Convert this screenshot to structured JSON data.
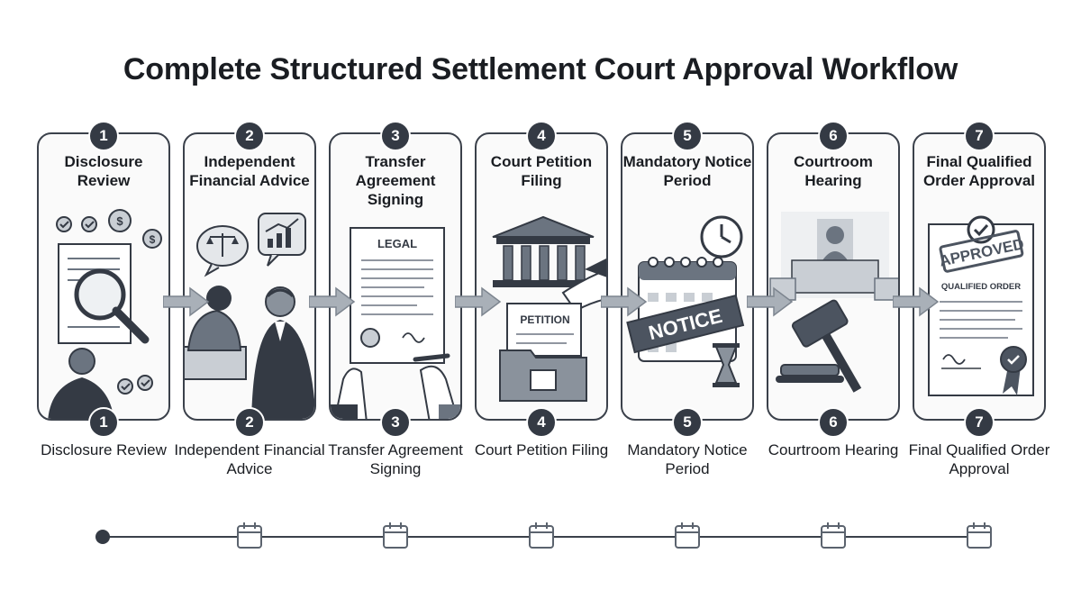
{
  "title": "Complete Structured Settlement Court Approval Workflow",
  "colors": {
    "dark": "#343a44",
    "line": "#3b414b",
    "arrow": "#a9b0b8",
    "fill": "#e4e7ea"
  },
  "steps": [
    {
      "num": "1",
      "title": "Disclosure Review",
      "bottom_label": "Disclosure Review",
      "icon": "magnifier-document-icon"
    },
    {
      "num": "2",
      "title": "Independent Financial Advice",
      "bottom_label": "Independent Financial Advice",
      "icon": "advisor-meeting-icon"
    },
    {
      "num": "3",
      "title": "Transfer Agreement Signing",
      "bottom_label": "Transfer Agreement Signing",
      "icon": "signing-document-icon",
      "doc_label": "LEGAL"
    },
    {
      "num": "4",
      "title": "Court Petition Filing",
      "bottom_label": "Court Petition Filing",
      "icon": "courthouse-folder-icon",
      "doc_label": "PETITION"
    },
    {
      "num": "5",
      "title": "Mandatory Notice Period",
      "bottom_label": "Mandatory Notice Period",
      "icon": "calendar-clock-icon",
      "banner": "NOTICE"
    },
    {
      "num": "6",
      "title": "Courtroom Hearing",
      "bottom_label": "Courtroom Hearing",
      "icon": "gavel-courtroom-icon"
    },
    {
      "num": "7",
      "title": "Final Qualified Order Approval",
      "bottom_label": "Final Qualified Order Approval",
      "icon": "approved-order-icon",
      "stamp": "APPROVED",
      "doc_label": "QUALIFIED ORDER"
    }
  ],
  "timeline": {
    "markers": [
      "dot",
      "calendar",
      "calendar",
      "calendar",
      "calendar",
      "calendar",
      "calendar"
    ]
  }
}
